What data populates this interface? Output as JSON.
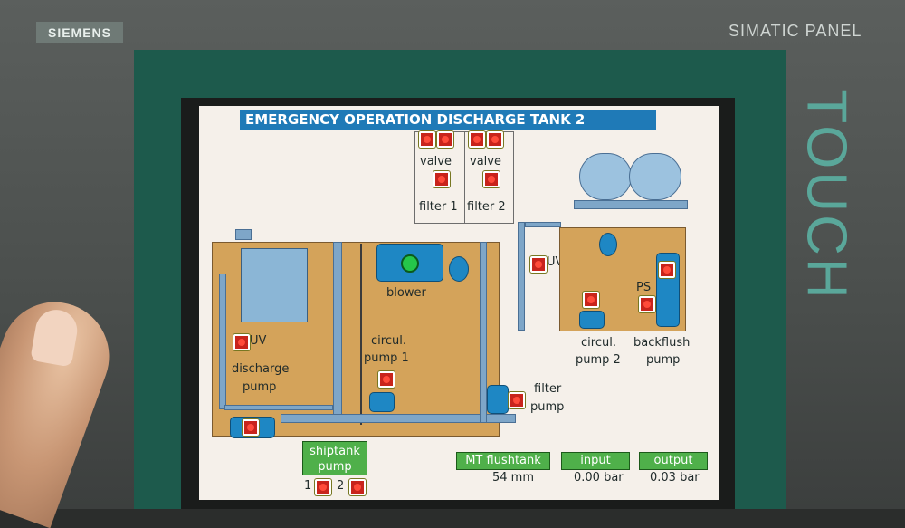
{
  "device": {
    "brand": "SIEMENS",
    "model": "SIMATIC PANEL",
    "touch": "TOUCH"
  },
  "screen": {
    "title": "EMERGENCY OPERATION DISCHARGE TANK 2",
    "valves": {
      "valve1": "valve",
      "valve2": "valve",
      "filter1": "filter 1",
      "filter2": "filter 2"
    },
    "labels": {
      "blower": "blower",
      "uv_left": "UV",
      "uv_right": "UV",
      "discharge_pump_l1": "discharge",
      "discharge_pump_l2": "pump",
      "circul_pump1_l1": "circul.",
      "circul_pump1_l2": "pump 1",
      "filter_pump_l1": "filter",
      "filter_pump_l2": "pump",
      "circul_pump2_l1": "circul.",
      "circul_pump2_l2": "pump 2",
      "backflush_l1": "backflush",
      "backflush_l2": "pump",
      "ps": "PS"
    },
    "shiptank": {
      "label_l1": "shiptank",
      "label_l2": "pump",
      "p1": "1",
      "p2": "2"
    },
    "readouts": [
      {
        "label": "MT flushtank",
        "value": "54 mm"
      },
      {
        "label": "input",
        "value": "0.00 bar"
      },
      {
        "label": "output",
        "value": "0.03 bar"
      }
    ],
    "colors": {
      "title_bg": "#1f7ab7",
      "tank": "#d4a35a",
      "alarm_led": "#c8241c",
      "run_led": "#25c64a",
      "readout_bg": "#4fb04a"
    }
  }
}
